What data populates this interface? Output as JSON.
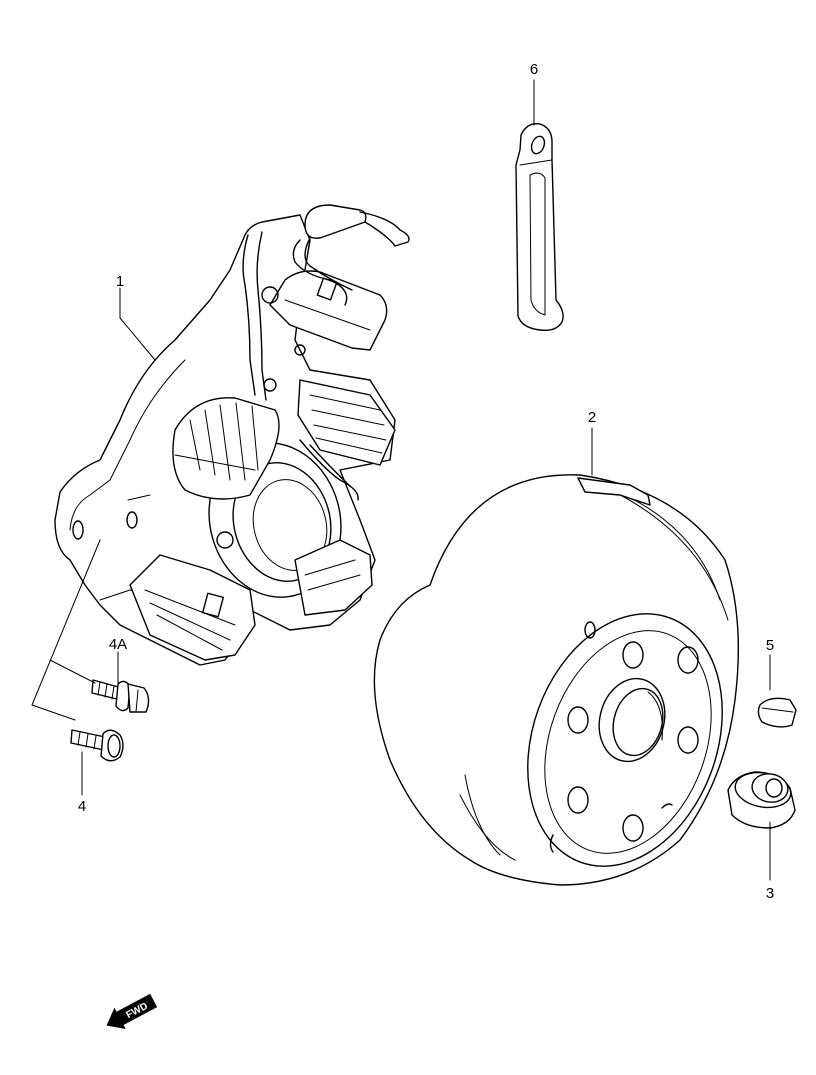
{
  "callouts": {
    "stator": "1",
    "rotor": "2",
    "nut": "3",
    "screw": "4",
    "screw_alt": "4A",
    "key": "5",
    "clamp": "6"
  },
  "fwd_label": "FWD"
}
